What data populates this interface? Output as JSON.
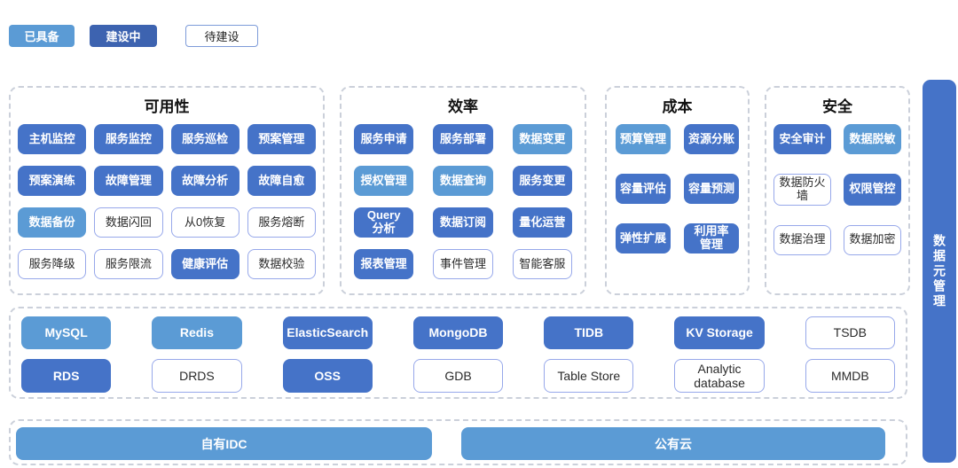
{
  "colors": {
    "ready": "#5B9BD5",
    "building": "#4573C8",
    "building_legend": "#3D63B0",
    "planned_border": "#97A8EA"
  },
  "legend": {
    "items": [
      {
        "label": "已具备",
        "status": "ready"
      },
      {
        "label": "建设中",
        "status": "building"
      },
      {
        "label": "待建设",
        "status": "planned"
      }
    ]
  },
  "sections": [
    {
      "title": "可用性",
      "items": [
        {
          "label": "主机监控",
          "status": "building"
        },
        {
          "label": "服务监控",
          "status": "building"
        },
        {
          "label": "服务巡检",
          "status": "building"
        },
        {
          "label": "预案管理",
          "status": "building"
        },
        {
          "label": "预案演练",
          "status": "building"
        },
        {
          "label": "故障管理",
          "status": "building"
        },
        {
          "label": "故障分析",
          "status": "building"
        },
        {
          "label": "故障自愈",
          "status": "building"
        },
        {
          "label": "数据备份",
          "status": "ready"
        },
        {
          "label": "数据闪回",
          "status": "planned"
        },
        {
          "label": "从0恢复",
          "status": "planned"
        },
        {
          "label": "服务熔断",
          "status": "planned"
        },
        {
          "label": "服务降级",
          "status": "planned"
        },
        {
          "label": "服务限流",
          "status": "planned"
        },
        {
          "label": "健康评估",
          "status": "building"
        },
        {
          "label": "数据校验",
          "status": "planned"
        }
      ]
    },
    {
      "title": "效率",
      "items": [
        {
          "label": "服务申请",
          "status": "building"
        },
        {
          "label": "服务部署",
          "status": "building"
        },
        {
          "label": "数据变更",
          "status": "ready"
        },
        {
          "label": "授权管理",
          "status": "ready"
        },
        {
          "label": "数据查询",
          "status": "ready"
        },
        {
          "label": "服务变更",
          "status": "building"
        },
        {
          "label": "Query\n分析",
          "status": "building"
        },
        {
          "label": "数据订阅",
          "status": "building"
        },
        {
          "label": "量化运营",
          "status": "building"
        },
        {
          "label": "报表管理",
          "status": "building"
        },
        {
          "label": "事件管理",
          "status": "planned"
        },
        {
          "label": "智能客服",
          "status": "planned"
        }
      ]
    },
    {
      "title": "成本",
      "items": [
        {
          "label": "预算管理",
          "status": "ready"
        },
        {
          "label": "资源分账",
          "status": "building"
        },
        {
          "label": "容量评估",
          "status": "building"
        },
        {
          "label": "容量预测",
          "status": "building"
        },
        {
          "label": "弹性扩展",
          "status": "building"
        },
        {
          "label": "利用率\n管理",
          "status": "building"
        }
      ]
    },
    {
      "title": "安全",
      "items": [
        {
          "label": "安全审计",
          "status": "building"
        },
        {
          "label": "数据脱敏",
          "status": "ready"
        },
        {
          "label": "数据防火\n墙",
          "status": "planned"
        },
        {
          "label": "权限管控",
          "status": "building"
        },
        {
          "label": "数据治理",
          "status": "planned"
        },
        {
          "label": "数据加密",
          "status": "planned"
        }
      ]
    }
  ],
  "sidebar": {
    "label": "数据元管理"
  },
  "storage": {
    "items": [
      {
        "label": "MySQL",
        "status": "ready"
      },
      {
        "label": "Redis",
        "status": "ready"
      },
      {
        "label": "ElasticSearch",
        "status": "building"
      },
      {
        "label": "MongoDB",
        "status": "building"
      },
      {
        "label": "TIDB",
        "status": "building"
      },
      {
        "label": "KV Storage",
        "status": "building"
      },
      {
        "label": "TSDB",
        "status": "planned"
      },
      {
        "label": "RDS",
        "status": "building"
      },
      {
        "label": "DRDS",
        "status": "planned"
      },
      {
        "label": "OSS",
        "status": "building"
      },
      {
        "label": "GDB",
        "status": "planned"
      },
      {
        "label": "Table Store",
        "status": "planned"
      },
      {
        "label": "Analytic\ndatabase",
        "status": "planned"
      },
      {
        "label": "MMDB",
        "status": "planned"
      }
    ]
  },
  "infrastructure": {
    "items": [
      {
        "label": "自有IDC",
        "status": "ready"
      },
      {
        "label": "公有云",
        "status": "ready"
      }
    ]
  }
}
